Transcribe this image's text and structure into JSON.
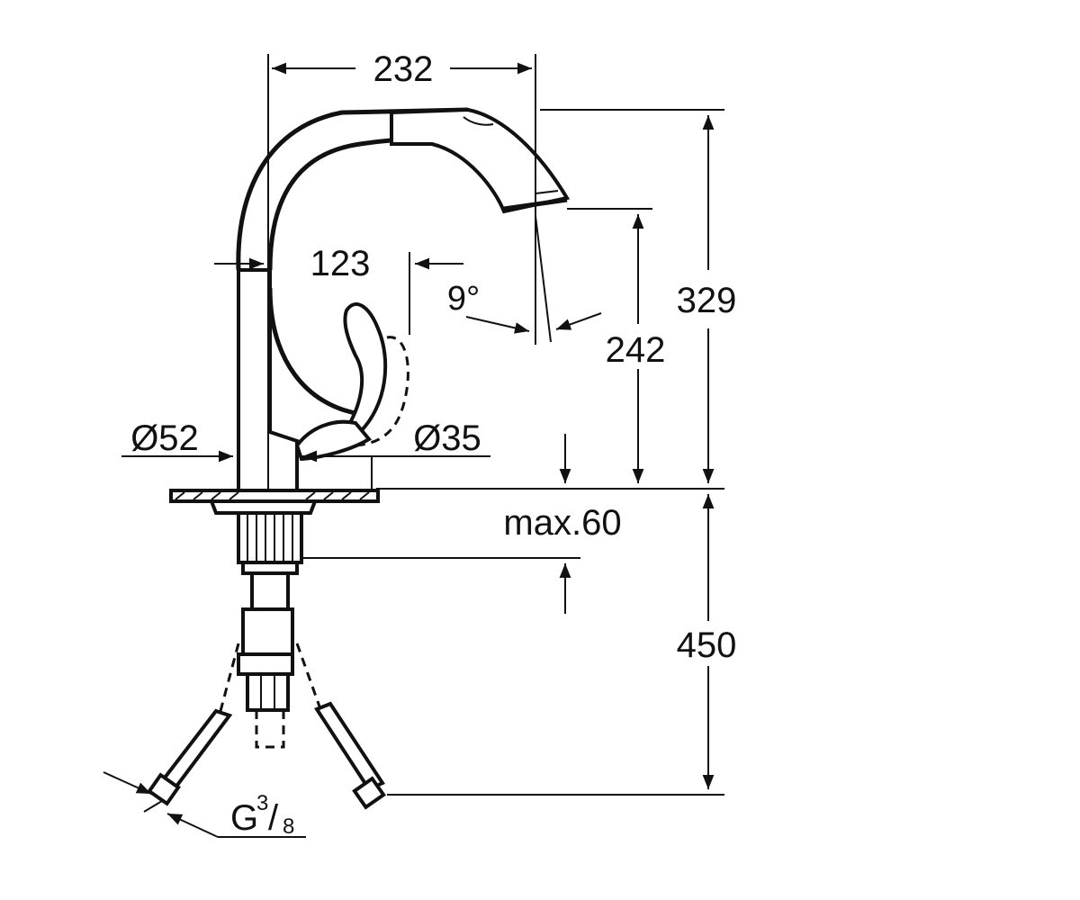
{
  "diagram": {
    "dimensions": {
      "width_spout": "232",
      "height_total": "329",
      "height_outlet": "242",
      "lever_reach": "123",
      "swivel_angle": "9°",
      "base_diameter": "Ø52",
      "lever_diameter": "Ø35",
      "deck_thickness": "max.60",
      "hose_length": "450",
      "connection_main": "G",
      "connection_sup": "3",
      "connection_sub": "8"
    },
    "colors": {
      "line": "#111111",
      "background": "#ffffff"
    }
  }
}
